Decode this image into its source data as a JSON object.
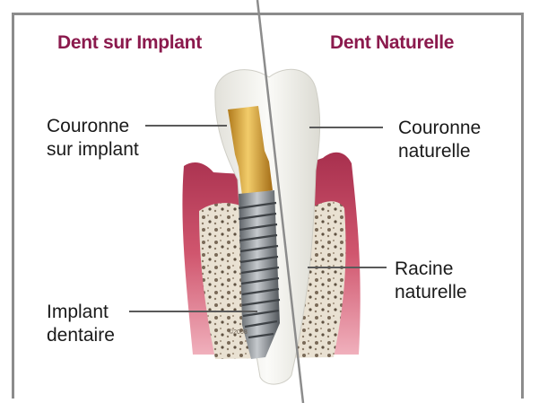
{
  "headings": {
    "implant_side": "Dent sur Implant",
    "natural_side": "Dent Naturelle"
  },
  "labels": {
    "implant_crown": [
      "Couronne",
      "sur implant"
    ],
    "natural_crown": [
      "Couronne",
      "naturelle"
    ],
    "natural_root": [
      "Racine",
      "naturelle"
    ],
    "dental_implant": [
      "Implant",
      "dentaire"
    ]
  },
  "copyright": "©2008",
  "colors": {
    "heading": "#8b1a4d",
    "gum": "#c9506a",
    "gum_light": "#eea0ae",
    "bone": "#e8dfcf",
    "tooth": "#f3f2ee",
    "abutment": "#d9a43a",
    "implant": "#8d9399",
    "frame": "#8c8c8c"
  }
}
